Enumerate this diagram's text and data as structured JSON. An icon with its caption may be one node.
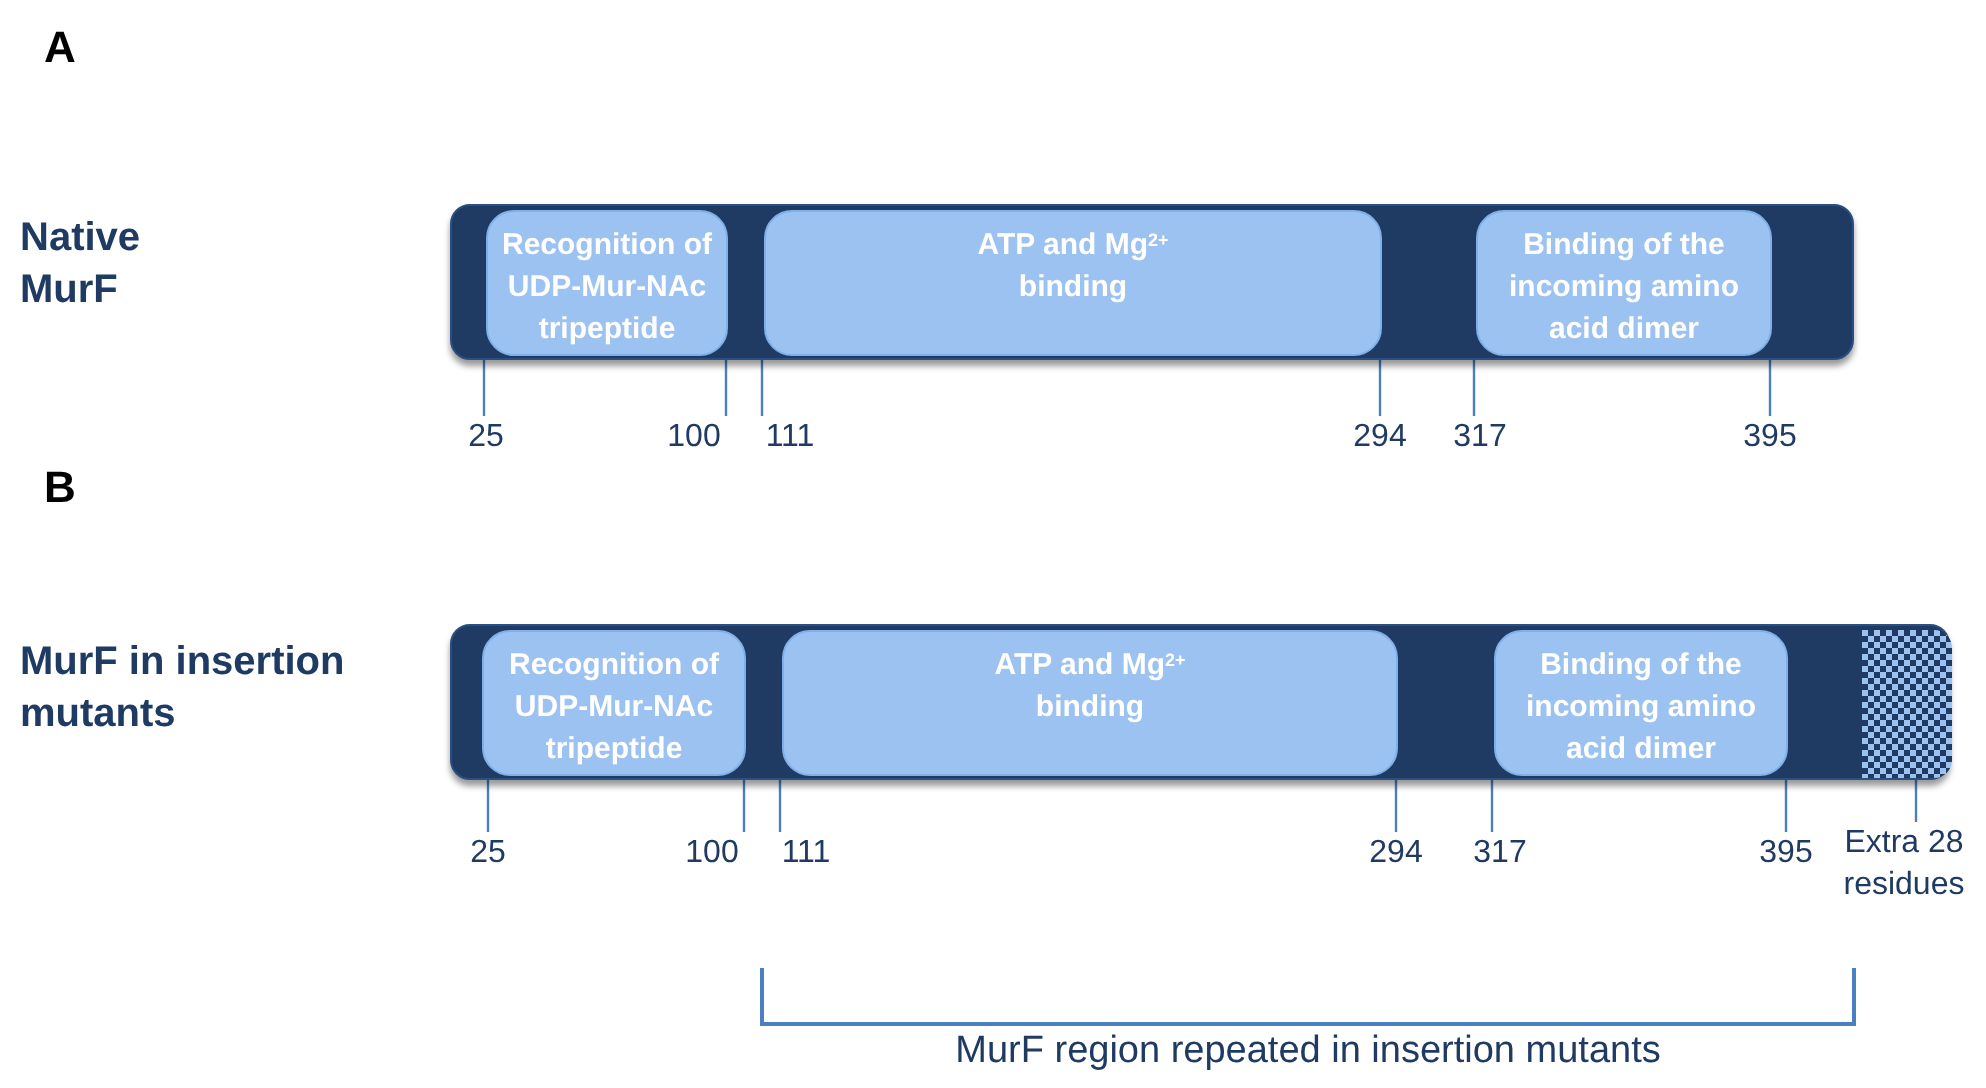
{
  "diagram": {
    "nodes": [
      {
        "text": [],
        "shape": "bar"
      },
      {
        "text": [
          "Recognition of UDP-Mur-NAc tripeptide"
        ],
        "in": 0
      },
      {
        "text": [
          "ATP and Mg$^{2+}$ binding"
        ],
        "in": 0
      },
      {
        "text": [
          "Binding of the incoming amino acid dimer"
        ],
        "in": 0
      },
      {
        "text": [],
        "shape": "bar"
      },
      {
        "text": [
          "Recognition of UDP-Mur-NAc tripeptide"
        ],
        "in": 4
      },
      {
        "text": [
          "ATP and Mg$^{2+}$ binding"
        ],
        "in": 4
      },
      {
        "text": [
          "Binding of the incoming amino acid dimer"
        ],
        "in": 4
      },
      {
        "text": [],
        "shape": "box",
        "in": 4
      },
      {
        "text": [
          "Extra 28 residues"
        ]
      },
      {
        "text": [
          "25"
        ]
      },
      {
        "text": [
          "100"
        ]
      },
      {
        "text": [
          "111"
        ]
      },
      {
        "text": [
          "294"
        ]
      },
      {
        "text": [
          "317"
        ]
      },
      {
        "text": [
          "395"
        ]
      },
      {
        "text": [
          "25"
        ]
      },
      {
        "text": [
          "100"
        ]
      },
      {
        "text": [
          "111"
        ]
      },
      {
        "text": [
          "294"
        ]
      },
      {
        "text": [
          "317"
        ]
      },
      {
        "text": [
          "395"
        ]
      }
    ],
    "edges": [
      {
        "from": 9,
        "to": 8,
        "arrow": "none"
      },
      {
        "from": 10,
        "to": 1,
        "arrow": "none"
      },
      {
        "from": 11,
        "to": 1,
        "arrow": "none"
      },
      {
        "from": 12,
        "to": 2,
        "arrow": "none"
      },
      {
        "from": 13,
        "to": 2,
        "arrow": "none"
      },
      {
        "from": 14,
        "to": 3,
        "arrow": "none"
      },
      {
        "from": 15,
        "to": 3,
        "arrow": "none"
      },
      {
        "from": 16,
        "to": 5,
        "arrow": "none"
      },
      {
        "from": 17,
        "to": 5,
        "arrow": "none"
      },
      {
        "from": 18,
        "to": 6,
        "arrow": "none"
      },
      {
        "from": 19,
        "to": 6,
        "arrow": "none"
      },
      {
        "from": 20,
        "to": 7,
        "arrow": "none"
      },
      {
        "from": 21,
        "to": 7,
        "arrow": "none"
      }
    ],
    "labels": [
      "A",
      "Native MurF",
      "B",
      "MurF in insertion mutants",
      "MurF region repeated in insertion mutants"
    ]
  }
}
